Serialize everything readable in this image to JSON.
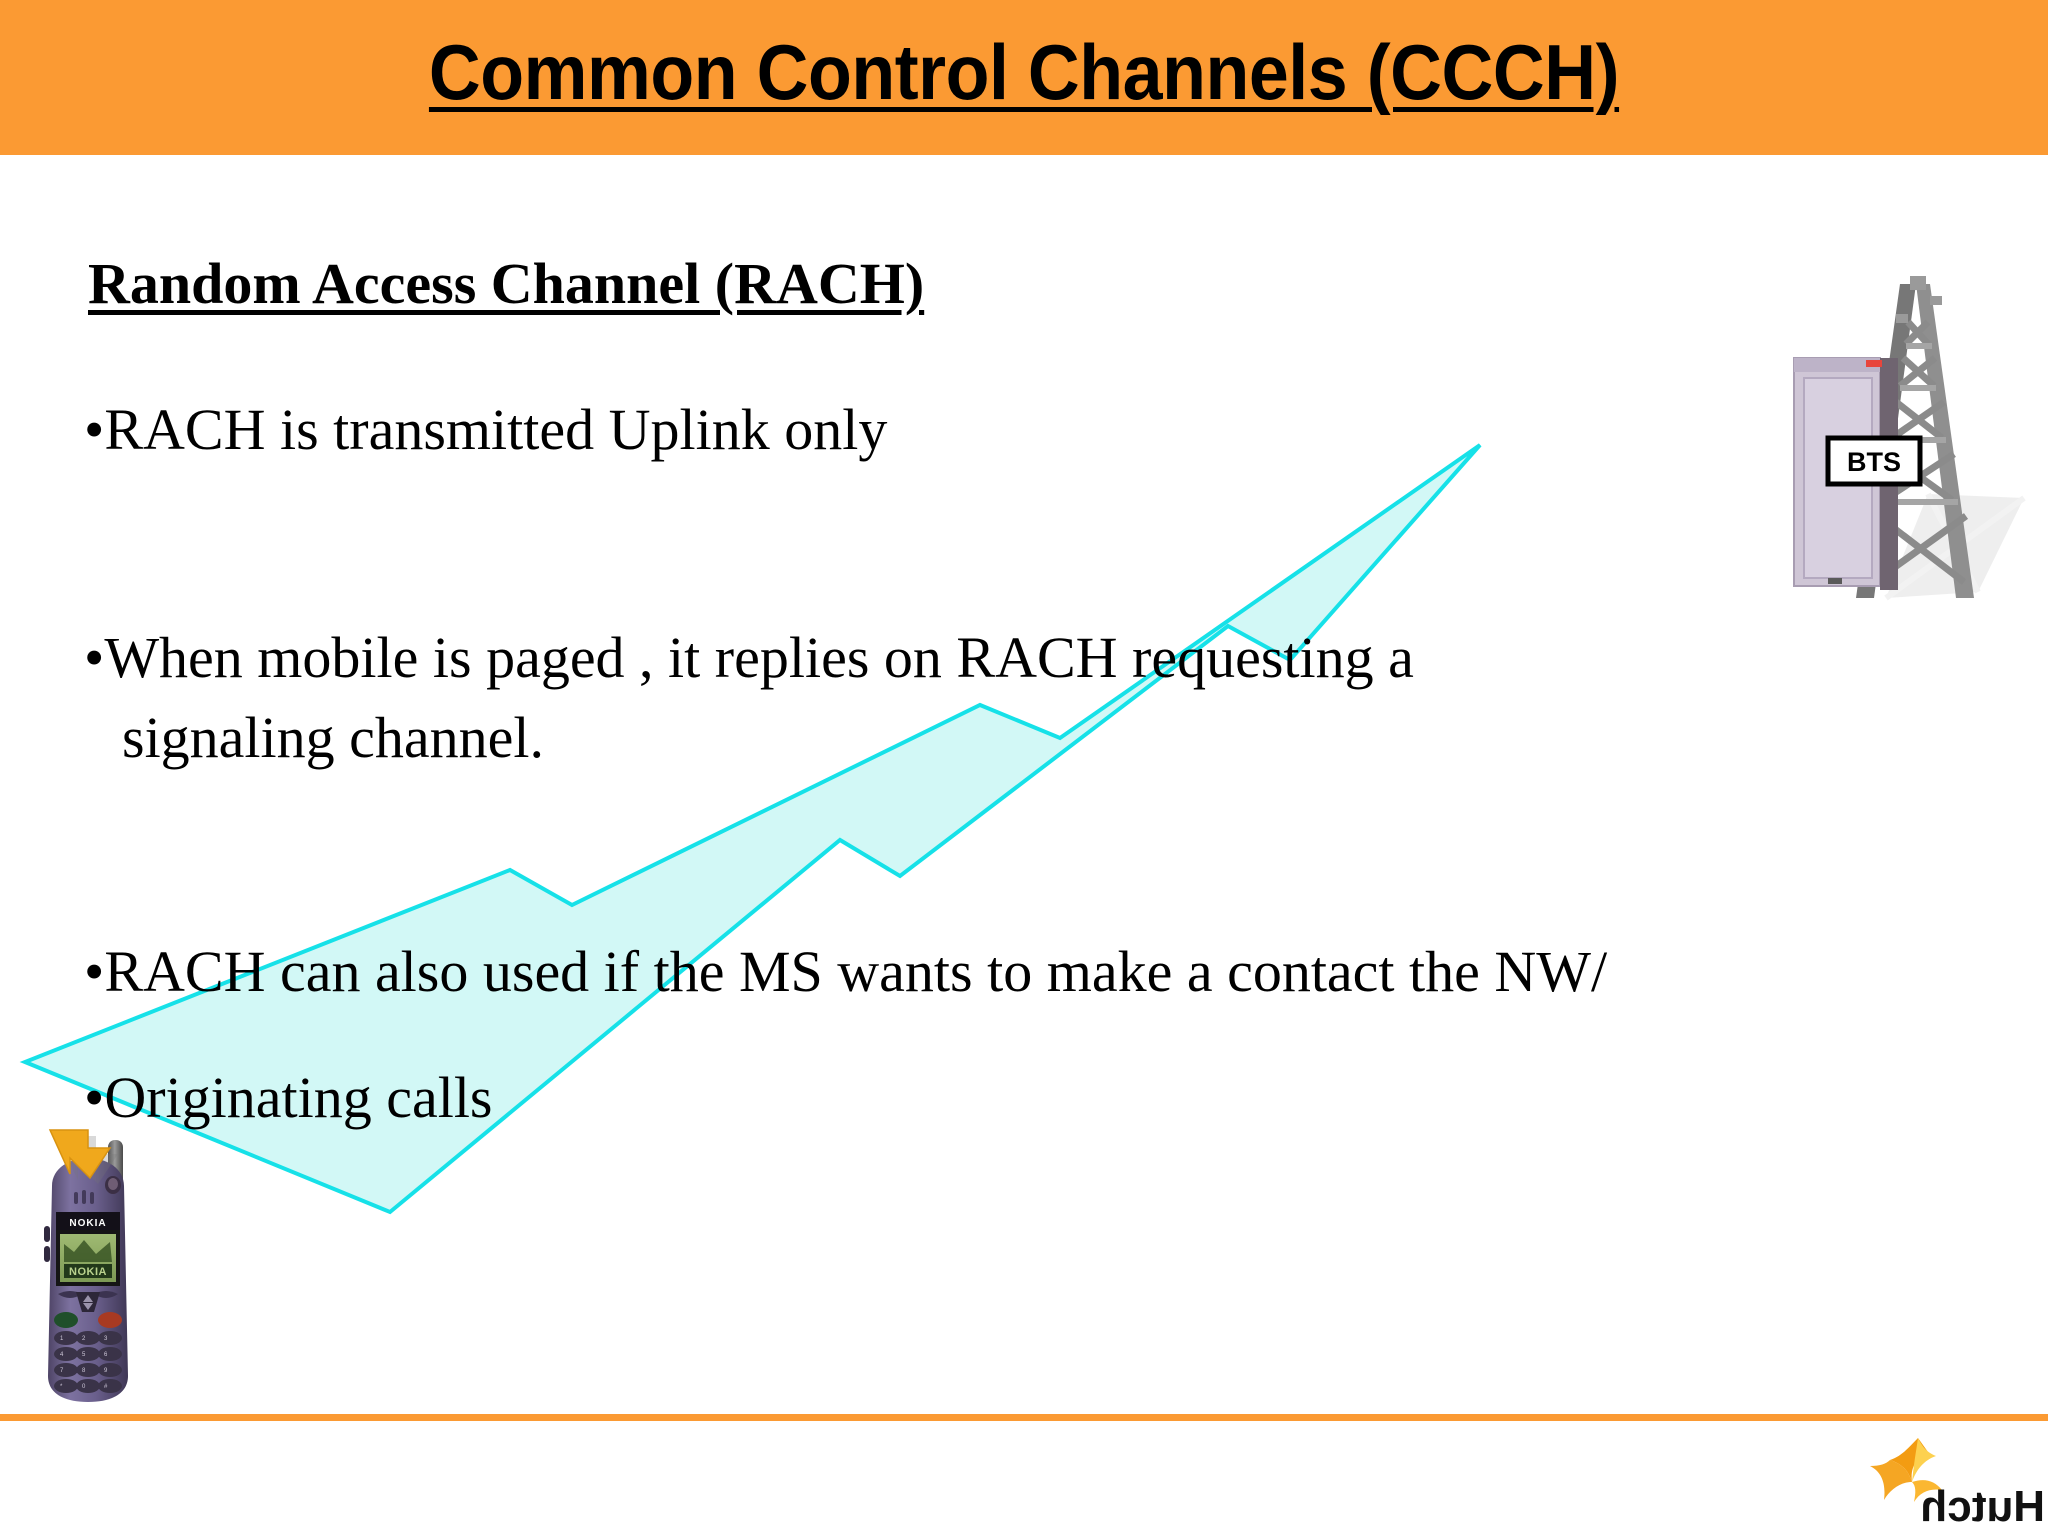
{
  "slide": {
    "title": "Common Control Channels (CCCH)",
    "subheading": "Random Access Channel (RACH)",
    "bullets": [
      {
        "marker": "•",
        "text": "RACH is transmitted Uplink only"
      },
      {
        "marker": "•",
        "text": "When mobile is paged , it replies on RACH requesting a"
      },
      {
        "marker": "",
        "text": "signaling channel."
      },
      {
        "marker": "•",
        "text": "RACH can also used if the MS wants to make a contact the NW/"
      },
      {
        "marker": "•",
        "text": "Originating calls"
      }
    ]
  },
  "graphics": {
    "bts_label": "BTS",
    "handset_brand_top": "NOKIA",
    "handset_screen_text": "NOKIA",
    "beam_arrow_name": "uplink-beam-arrow"
  },
  "footer": {
    "brand": "Hutch"
  },
  "colors": {
    "banner_orange": "#fb9a33",
    "rule_orange": "#fb9a33",
    "beam_fill": "#d2f8f6",
    "beam_stroke": "#16e1e8",
    "text_black": "#000000",
    "logo_orange": "#f5a31e",
    "logo_gold": "#fbc02d",
    "handset_purple": "#6b5f8e",
    "tower_gray": "#8a8a8a"
  }
}
